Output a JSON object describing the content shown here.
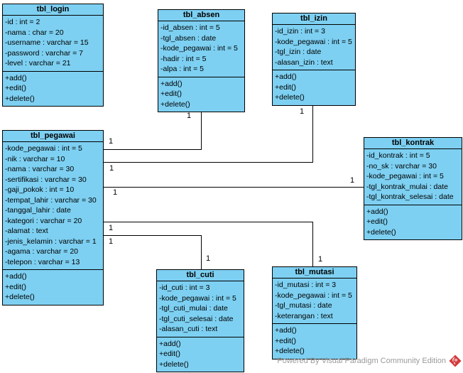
{
  "diagram": {
    "tables": [
      {
        "name": "tbl_login",
        "attributes": [
          "-id : int = 2",
          "-nama : char = 20",
          "-username : varchar = 15",
          "-password : varchar = 7",
          "-level : varchar = 21"
        ],
        "methods": [
          "+add()",
          "+edit()",
          "+delete()"
        ]
      },
      {
        "name": "tbl_absen",
        "attributes": [
          "-id_absen : int = 5",
          "-tgl_absen : date",
          "-kode_pegawai : int = 5",
          "-hadir : int = 5",
          "-alpa : int = 5"
        ],
        "methods": [
          "+add()",
          "+edit()",
          "+delete()"
        ]
      },
      {
        "name": "tbl_izin",
        "attributes": [
          "-id_izin : int = 3",
          "-kode_pegawai : int = 5",
          "-tgl_izin : date",
          "-alasan_izin : text"
        ],
        "methods": [
          "+add()",
          "+edit()",
          "+delete()"
        ]
      },
      {
        "name": "tbl_pegawai",
        "attributes": [
          "-kode_pegawai : int = 5",
          "-nik : varchar = 10",
          "-nama : varchar = 30",
          "-sertifikasi : varchar = 30",
          "-gaji_pokok : int = 10",
          "-tempat_lahir : varchar = 30",
          "-tanggal_lahir : date",
          "-kategori : varchar = 20",
          "-alamat : text",
          "-jenis_kelamin : varchar = 1",
          "-agama : varchar = 20",
          "-telepon : varchar = 13"
        ],
        "methods": [
          "+add()",
          "+edit()",
          "+delete()"
        ]
      },
      {
        "name": "tbl_kontrak",
        "attributes": [
          "-id_kontrak : int = 5",
          "-no_sk : varchar = 30",
          "-kode_pegawai : int = 5",
          "-tgl_kontrak_mulai : date",
          "-tgl_kontrak_selesai : date"
        ],
        "methods": [
          "+add()",
          "+edit()",
          "+delete()"
        ]
      },
      {
        "name": "tbl_cuti",
        "attributes": [
          "-id_cuti : int = 3",
          "-kode_pegawai : int = 5",
          "-tgl_cuti_mulai : date",
          "-tgl_cuti_selesai : date",
          "-alasan_cuti : text"
        ],
        "methods": [
          "+add()",
          "+edit()",
          "+delete()"
        ]
      },
      {
        "name": "tbl_mutasi",
        "attributes": [
          "-id_mutasi : int = 3",
          "-kode_pegawai : int = 5",
          "-tgl_mutasi : date",
          "-keterangan : text"
        ],
        "methods": [
          "+add()",
          "+edit()",
          "+delete()"
        ]
      }
    ],
    "relationships": [
      {
        "from": "tbl_pegawai",
        "to": "tbl_absen",
        "from_label": "1",
        "to_label": "1"
      },
      {
        "from": "tbl_pegawai",
        "to": "tbl_izin",
        "from_label": "1",
        "to_label": "1"
      },
      {
        "from": "tbl_pegawai",
        "to": "tbl_kontrak",
        "from_label": "1",
        "to_label": "1"
      },
      {
        "from": "tbl_pegawai",
        "to": "tbl_mutasi",
        "from_label": "1",
        "to_label": "1"
      },
      {
        "from": "tbl_pegawai",
        "to": "tbl_cuti",
        "from_label": "1",
        "to_label": "1"
      }
    ],
    "colors": {
      "table_fill": "#7DD0F2",
      "table_border": "#000000",
      "connector": "#000000",
      "footer_text": "#9A9A9A",
      "logo_red": "#D2393B"
    }
  },
  "footer": {
    "text": "Powered By Visual Paradigm Community Edition",
    "logo": "visual-paradigm-logo"
  }
}
